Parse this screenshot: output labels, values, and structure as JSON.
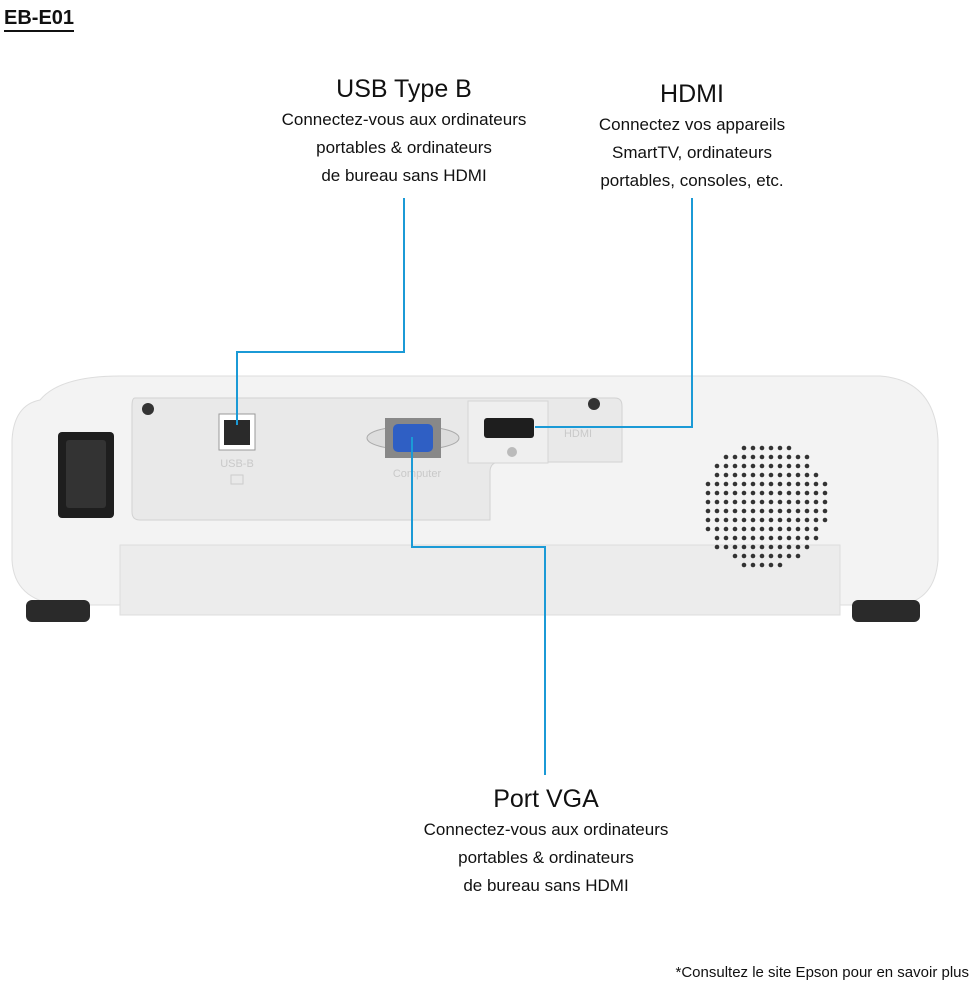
{
  "title": "EB-E01",
  "callouts": {
    "usb": {
      "heading": "USB Type B",
      "lines": [
        "Connectez-vous aux ordinateurs",
        "portables & ordinateurs",
        "de bureau sans HDMI"
      ]
    },
    "hdmi": {
      "heading": "HDMI",
      "lines": [
        "Connectez vos appareils",
        "SmartTV, ordinateurs",
        "portables, consoles, etc."
      ]
    },
    "vga": {
      "heading": "Port VGA",
      "lines": [
        "Connectez-vous aux ordinateurs",
        "portables & ordinateurs",
        "de bureau sans HDMI"
      ]
    }
  },
  "port_labels": {
    "usb": "USB-B",
    "vga": "Computer",
    "hdmi": "HDMI"
  },
  "footnote": "*Consultez le site Epson pour en savoir plus",
  "colors": {
    "leader_line": "#1b9ad6",
    "vga_port": "#2f5fc4",
    "body": "#f2f2f2"
  }
}
